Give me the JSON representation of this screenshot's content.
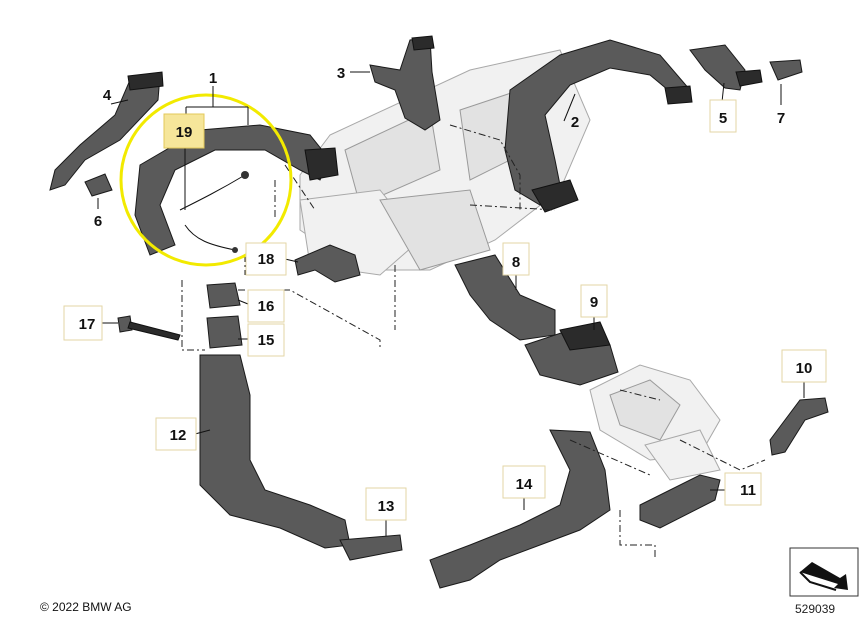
{
  "callouts": [
    "1",
    "2",
    "3",
    "4",
    "5",
    "6",
    "7",
    "8",
    "9",
    "10",
    "11",
    "12",
    "13",
    "14",
    "15",
    "16",
    "17",
    "18",
    "19"
  ],
  "highlighted_callout": "19",
  "highlight_circle_color": "#f2ea00",
  "highlight_box_color": "#f6e69a",
  "footer": {
    "copyright": "© 2022 BMW AG",
    "diagram_number": "529039"
  }
}
